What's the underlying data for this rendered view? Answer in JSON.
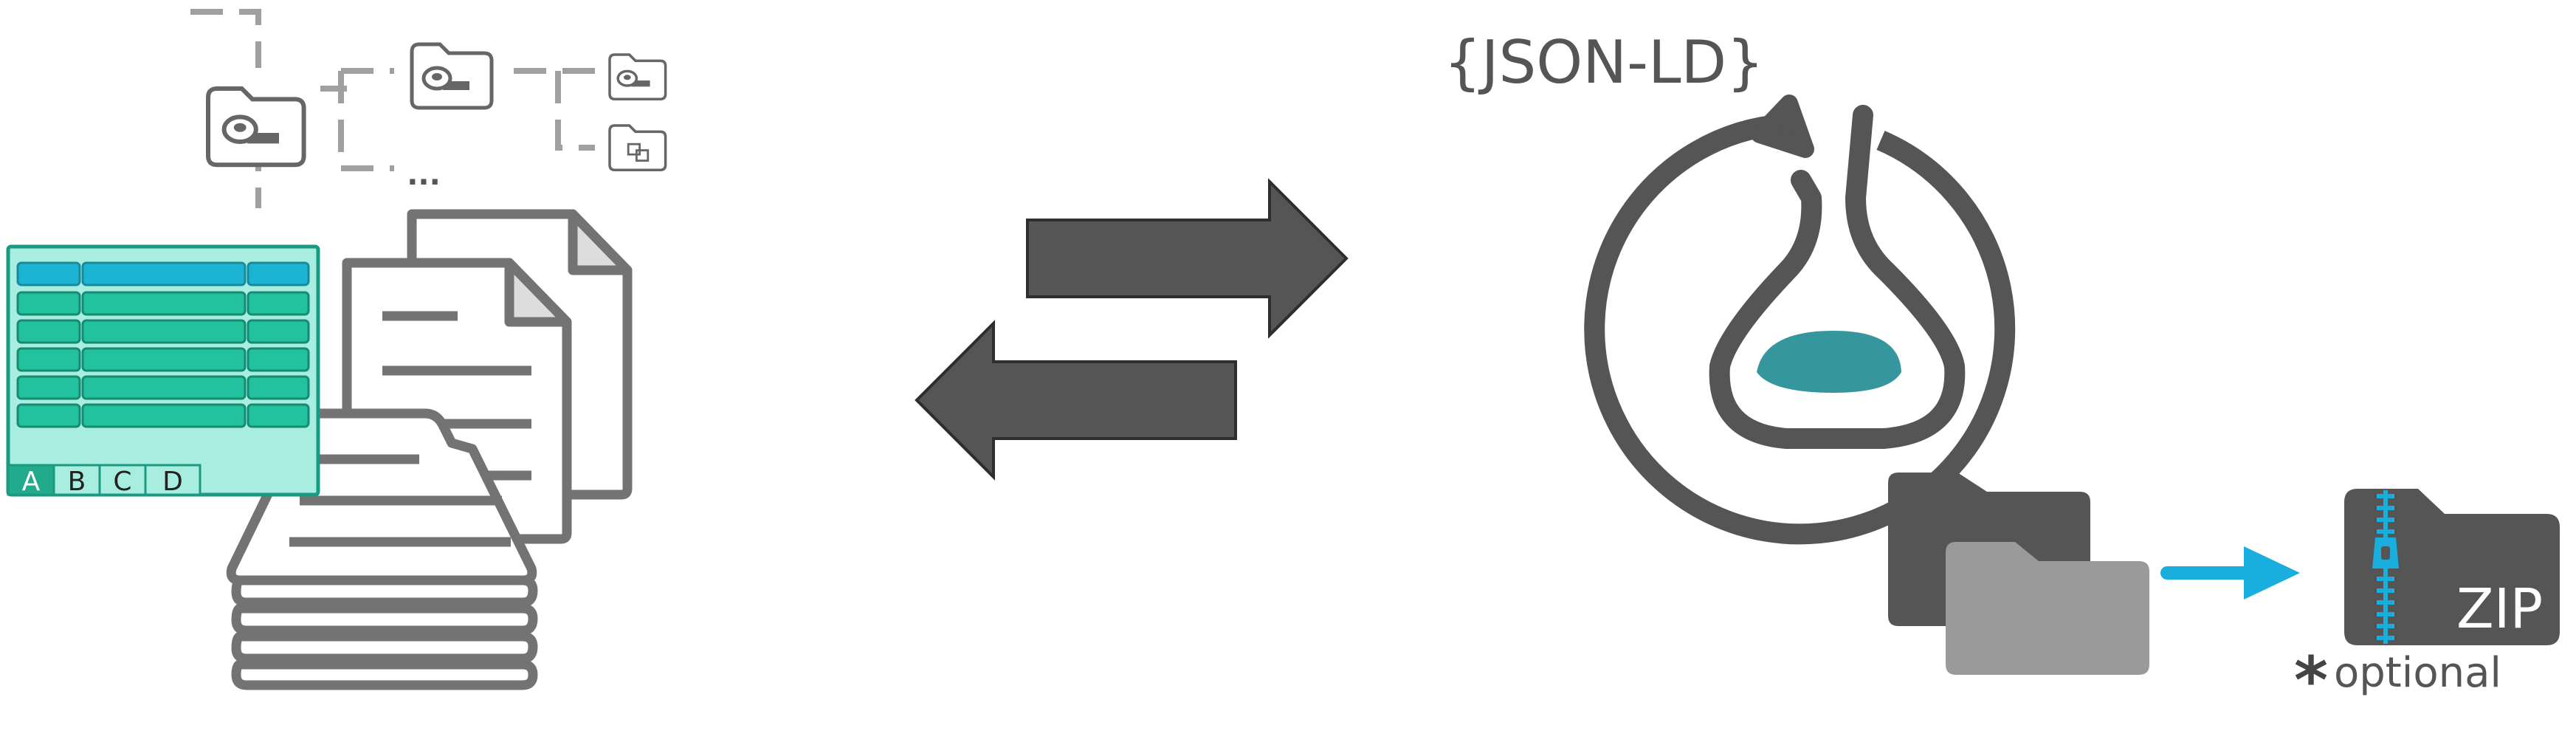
{
  "labels": {
    "format": "{JSON-LD}",
    "archive": "ZIP",
    "note_marker": "*",
    "note": "optional",
    "tree_more": "..."
  },
  "spreadsheet": {
    "tabs": [
      "A",
      "B",
      "C",
      "D"
    ],
    "active_tab_index": 0,
    "header_color": "#1cb4d4",
    "row_color": "#22c29e",
    "body_color": "#a8eee0",
    "border_color": "#1a9a82"
  },
  "colors": {
    "dark_gray": "#555555",
    "mid_gray": "#777777",
    "light_gray": "#999999",
    "dashed_gray": "#a0a0a0",
    "liquid_teal": "#35969e",
    "accent_blue": "#1aaede"
  },
  "icons": {
    "tree_folders": [
      "tape-measure-folder-icon",
      "tape-measure-folder-icon",
      "tape-measure-folder-icon",
      "shapes-folder-icon"
    ],
    "arrows": [
      "arrow-right-icon",
      "arrow-left-icon"
    ],
    "center": "rocrate-flask-cycle-icon",
    "folders": "folders-icon",
    "zip": "zip-file-icon",
    "small_arrow": "arrow-right-blue-icon"
  }
}
